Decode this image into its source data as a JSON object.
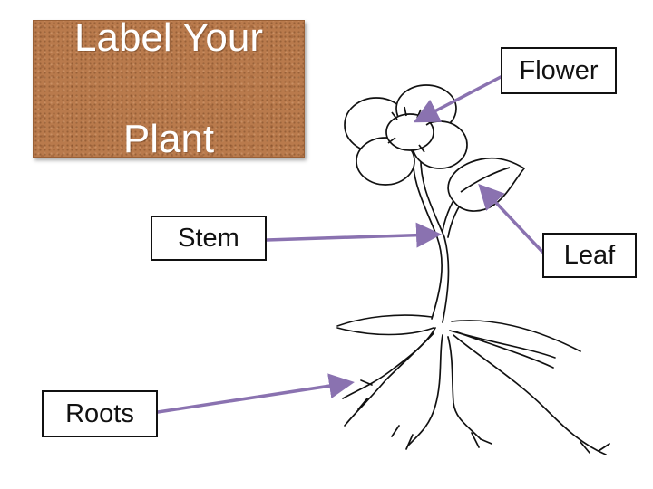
{
  "title": {
    "line1": "Label Your",
    "line2": "Plant"
  },
  "labels": {
    "flower": "Flower",
    "stem": "Stem",
    "leaf": "Leaf",
    "roots": "Roots"
  },
  "colors": {
    "title_card": "#b97a4c",
    "title_text": "#ffffff",
    "arrow": "#8a72b0",
    "outline": "#111111"
  }
}
